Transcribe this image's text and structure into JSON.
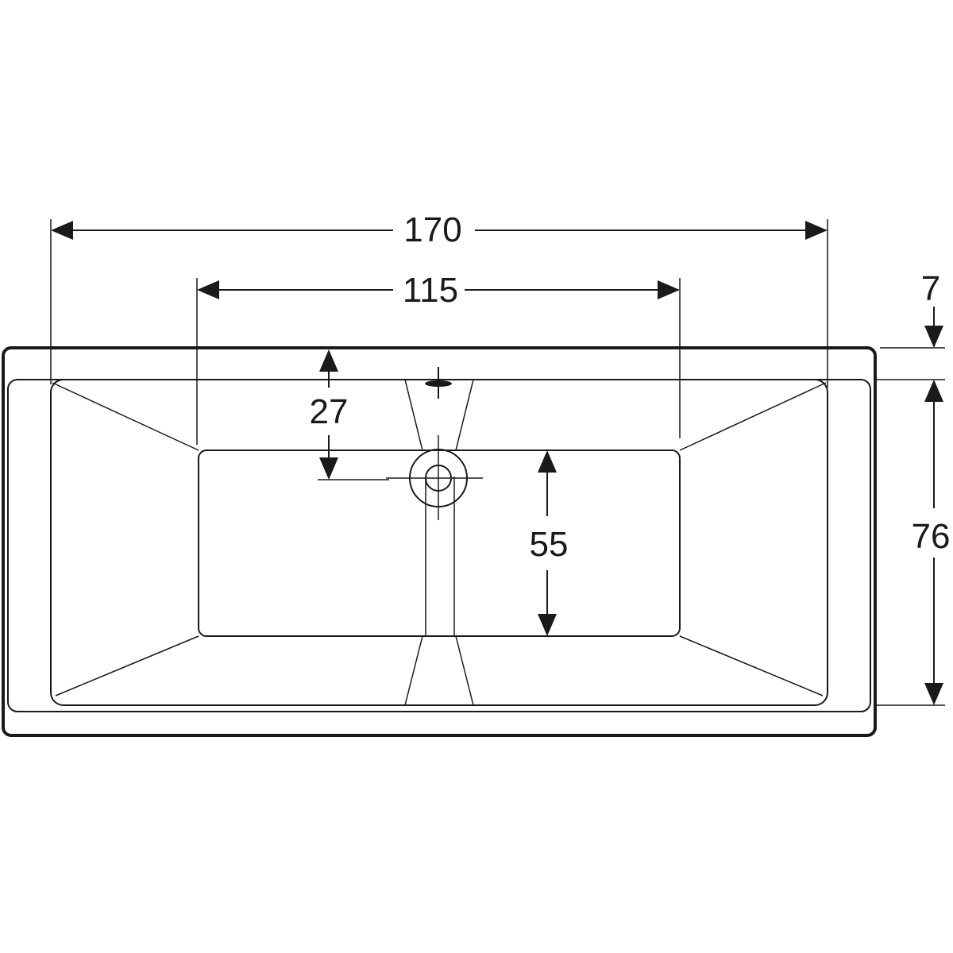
{
  "drawing": {
    "subject": "rectangular bathtub plan view",
    "dimensions": {
      "overall_length": "170",
      "floor_length": "115",
      "rim_offset": "7",
      "overall_width": "76",
      "floor_width": "55",
      "drain_offset": "27"
    }
  }
}
